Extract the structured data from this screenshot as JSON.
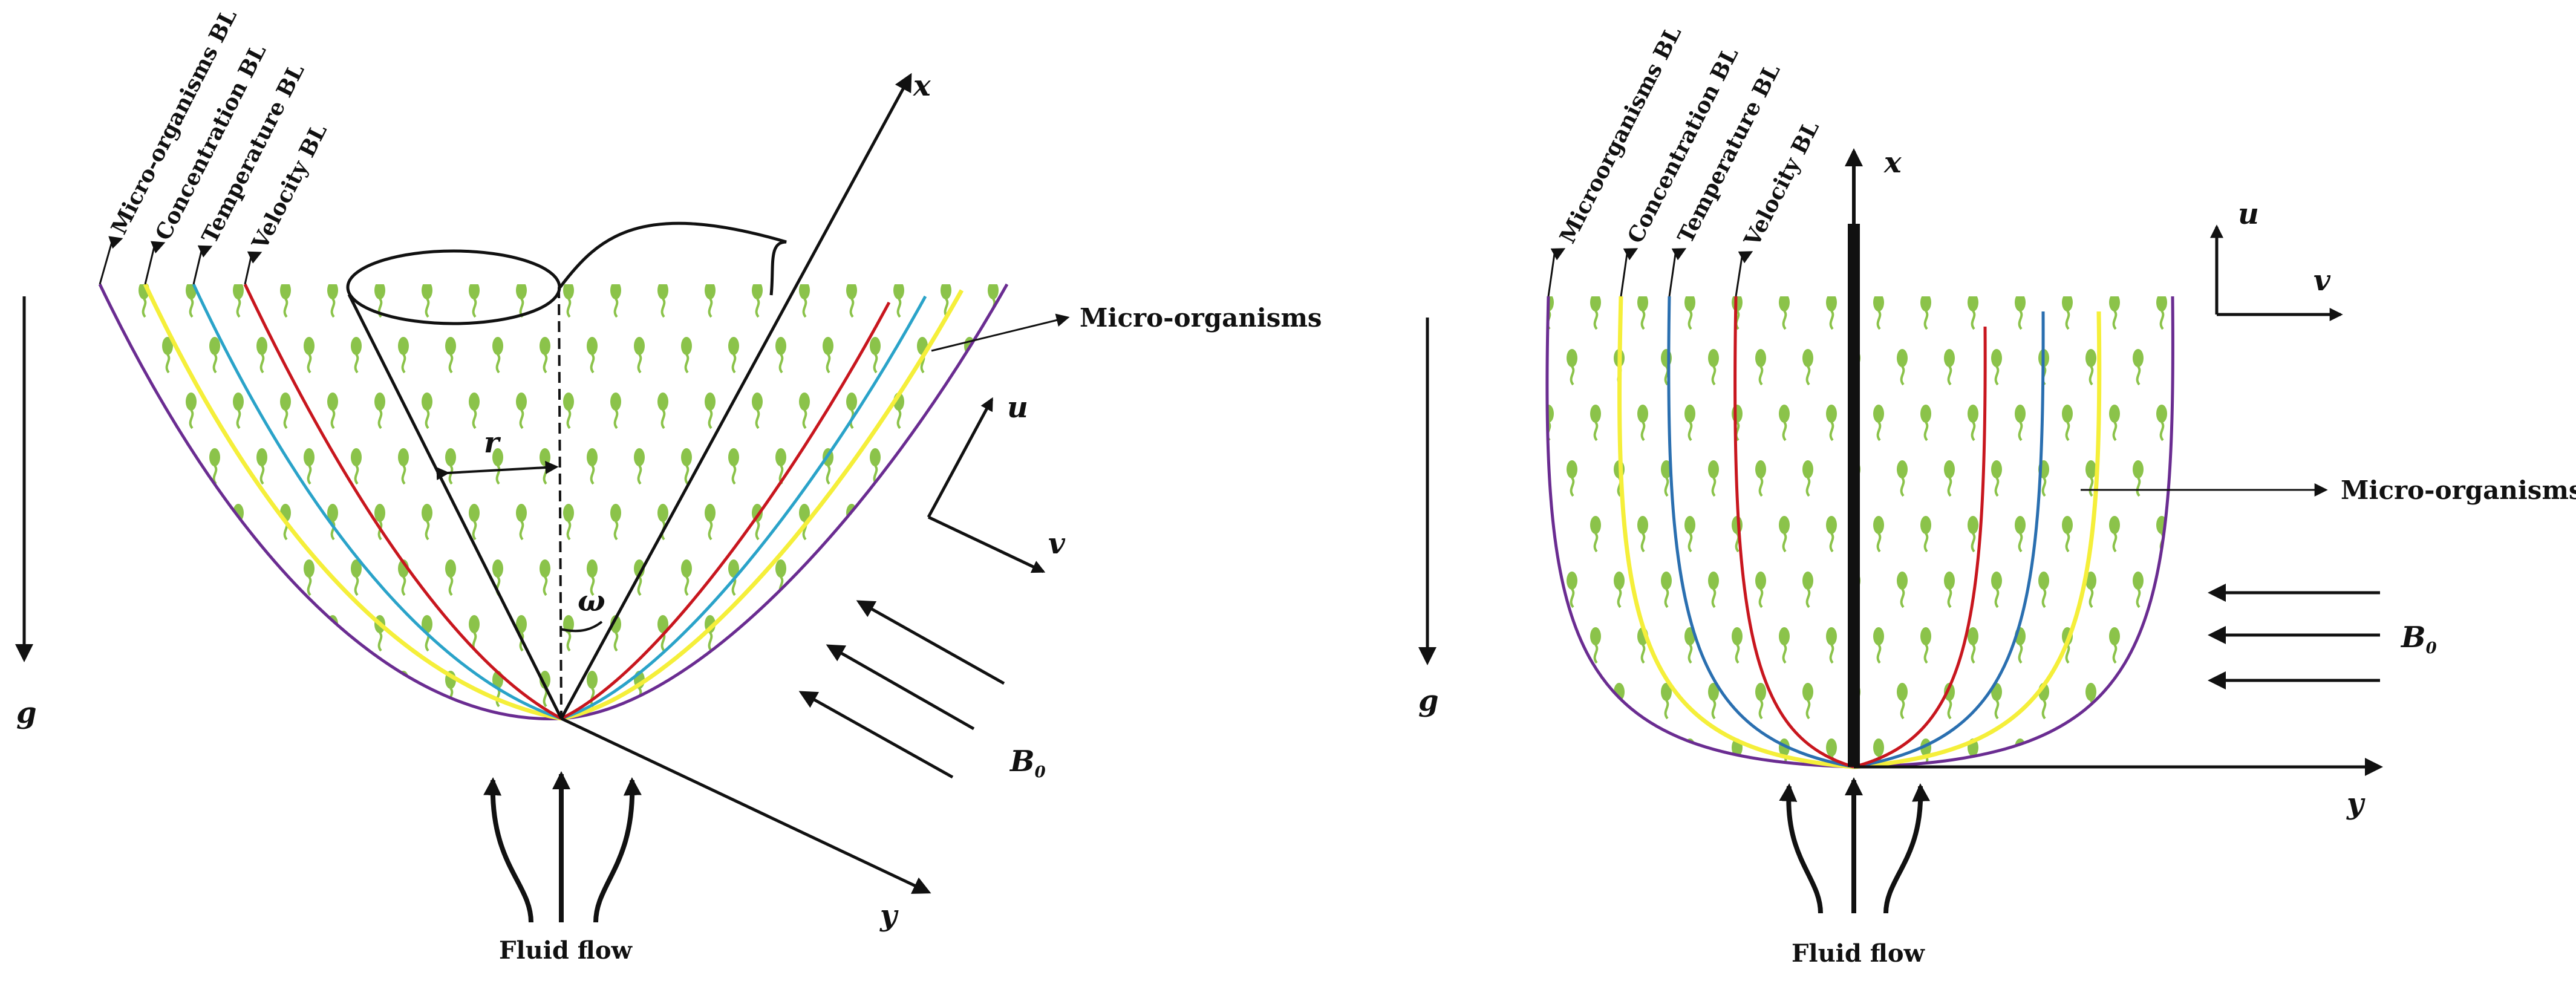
{
  "left_panel": {
    "bl_labels": [
      "Micro-organisms BL",
      "Concentration BL",
      "Temperature BL",
      "Velocity BL"
    ],
    "micro_organisms_label": "Micro-organisms",
    "x_axis": "x",
    "y_axis": "y",
    "g_label": "g",
    "u_label": "u",
    "v_label": "v",
    "r_label": "r",
    "omega_label": "ω",
    "b0_label": "B",
    "b0_sub": "0",
    "fluid_flow_label": "Fluid flow"
  },
  "right_panel": {
    "bl_labels": [
      "Microorganisms BL",
      "Concentration BL",
      "Temperature BL",
      "Velocity BL"
    ],
    "micro_organisms_label": "Micro-organisms",
    "x_axis": "x",
    "y_axis": "y",
    "g_label": "g",
    "u_label": "u",
    "v_label": "v",
    "b0_label": "B",
    "b0_sub": "0",
    "fluid_flow_label": "Fluid flow"
  },
  "colors": {
    "micro_organisms_bl": "#6a2c91",
    "concentration_bl": "#f5ef3a",
    "temperature_bl": "#2aa3c9",
    "velocity_bl": "#c8161e",
    "organism": "#8bc34a",
    "ink": "#111111"
  }
}
